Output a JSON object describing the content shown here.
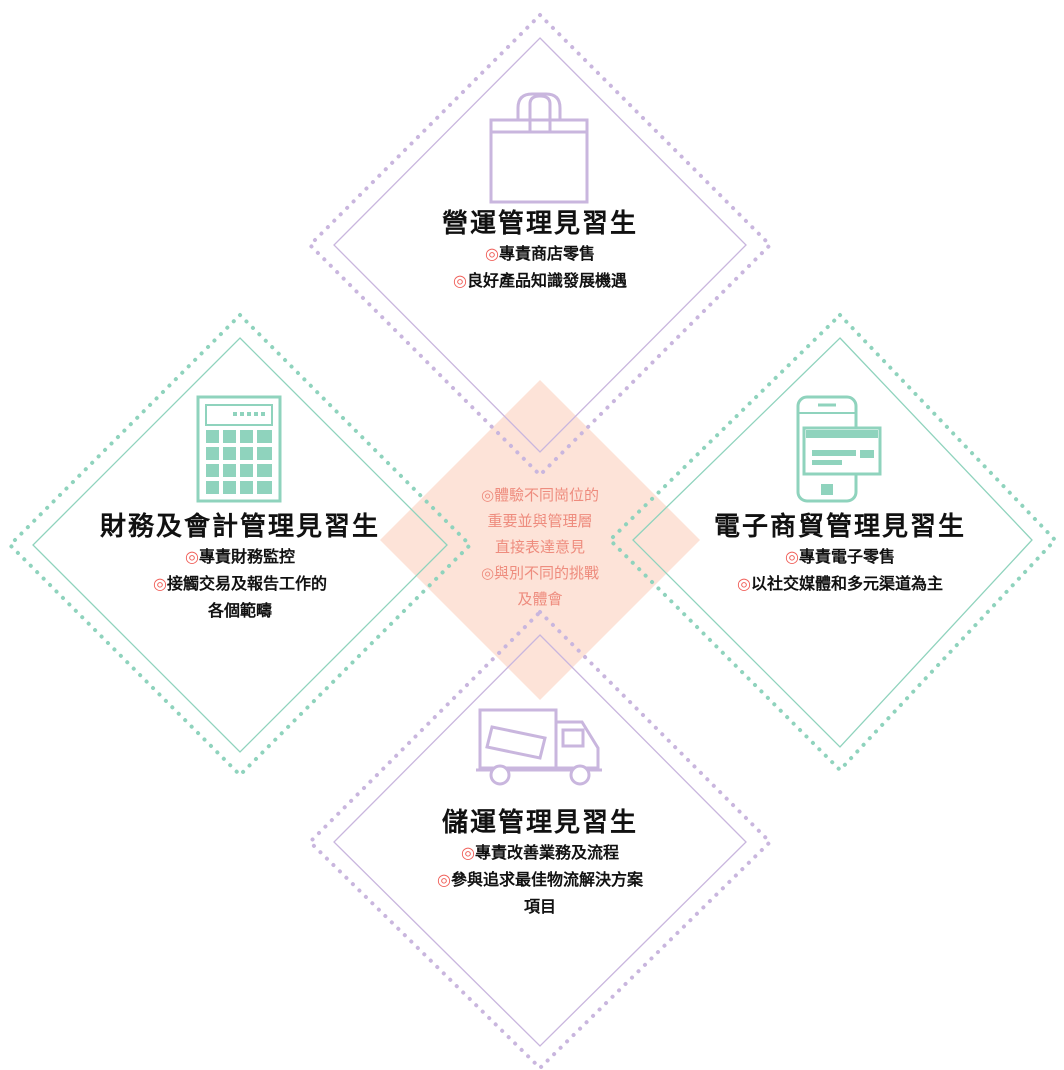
{
  "colors": {
    "purple": "#c9b6de",
    "teal": "#8fd3bd",
    "salmon": "#fde3d8",
    "bullet": "#f0605a",
    "center_text": "#ee8c7e"
  },
  "bullet_symbol": "◎",
  "center": {
    "lines": [
      "◎體驗不同崗位的",
      "重要並與管理層",
      "直接表達意見",
      "◎與別不同的挑戰",
      "及體會"
    ]
  },
  "top": {
    "icon": "shopping-bag-icon",
    "title": "營運管理見習生",
    "bullets": [
      "專責商店零售",
      "良好產品知識發展機遇"
    ]
  },
  "left": {
    "icon": "calculator-icon",
    "title": "財務及會計管理見習生",
    "bullets": [
      "專責財務監控",
      "接觸交易及報告工作的"
    ],
    "continuation": "各個範疇"
  },
  "right": {
    "icon": "mobile-card-icon",
    "title": "電子商貿管理見習生",
    "bullets": [
      "專責電子零售",
      "以社交媒體和多元渠道為主"
    ]
  },
  "bottom": {
    "icon": "delivery-truck-icon",
    "title": "儲運管理見習生",
    "bullets": [
      "專責改善業務及流程",
      "參與追求最佳物流解決方案"
    ],
    "continuation": "項目"
  }
}
